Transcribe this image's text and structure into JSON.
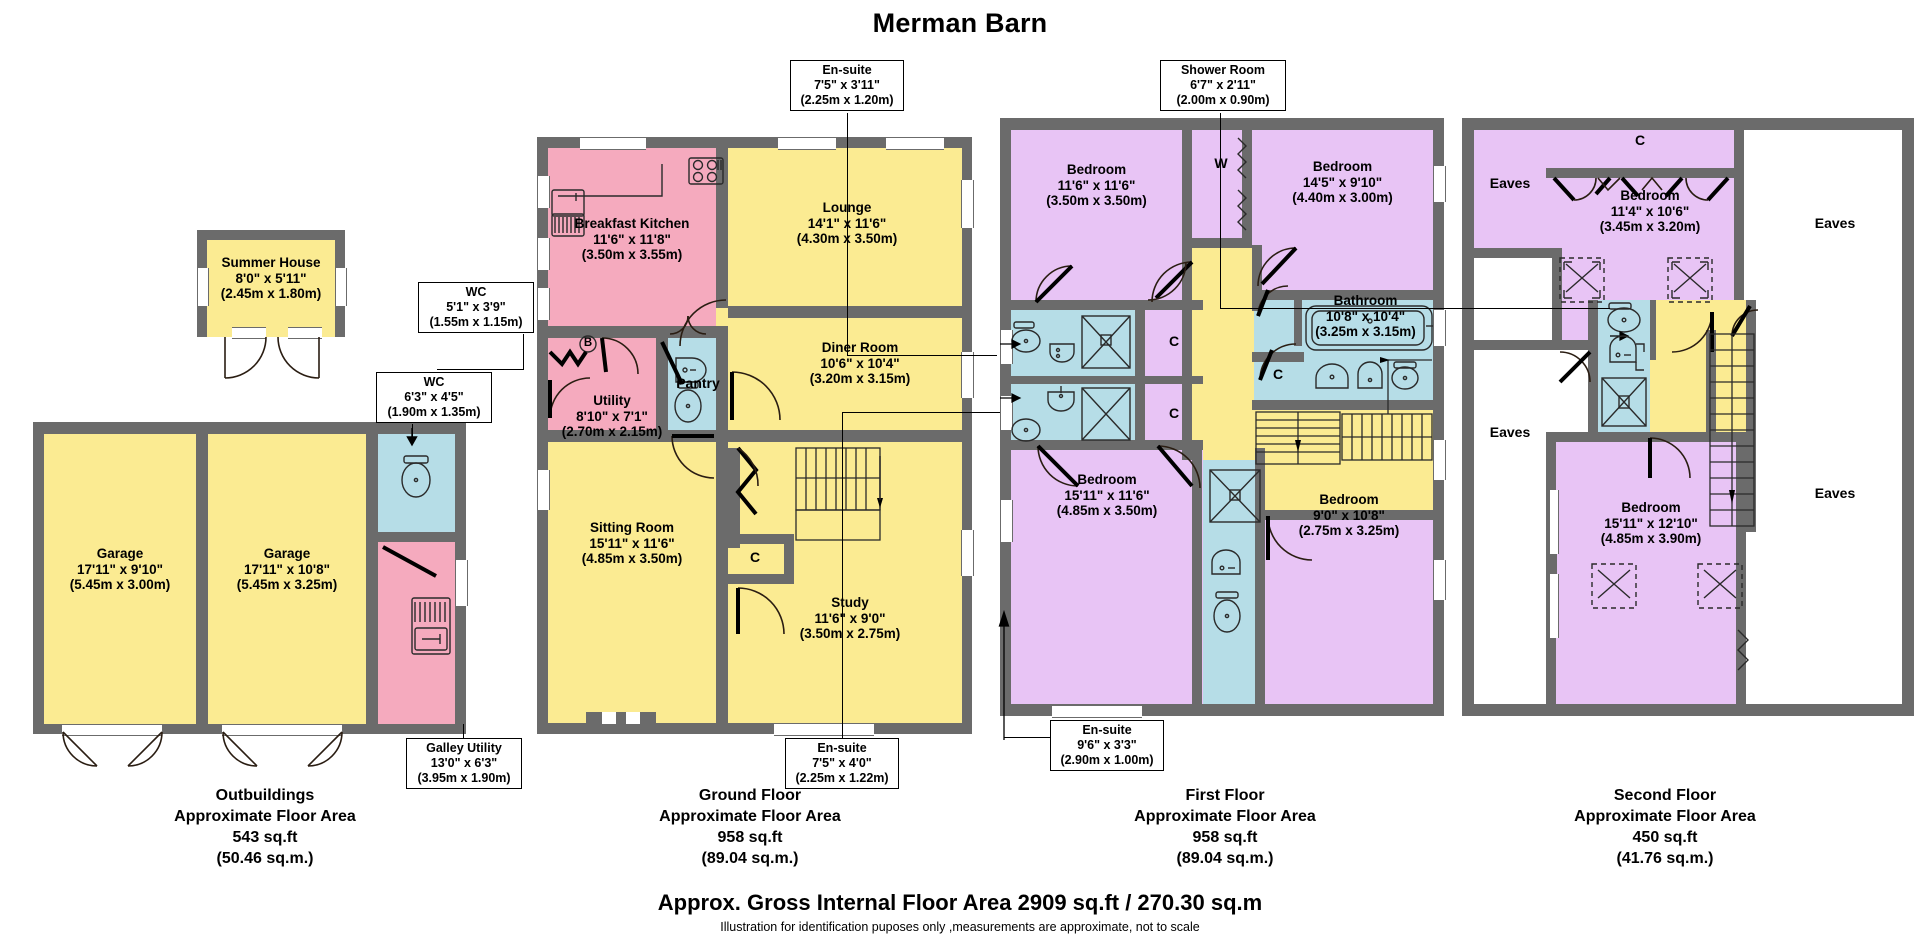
{
  "title": "Merman Barn",
  "footer": {
    "gross": "Approx. Gross Internal Floor Area 2909 sq.ft / 270.30 sq.m",
    "disclaimer": "Illustration for identification puposes only ,measurements are approximate, not to scale"
  },
  "colors": {
    "yellow": "#fbeb92",
    "pink": "#f5aabe",
    "blue": "#b6dde7",
    "purple": "#e8c4f5",
    "wall": "#6b6b6b",
    "white": "#ffffff"
  },
  "floors": [
    {
      "id": "outbuildings",
      "name": "Outbuildings",
      "line2": "Approximate Floor Area",
      "area_ft": "543 sq.ft",
      "area_m": "(50.46 sq.m.)"
    },
    {
      "id": "ground",
      "name": "Ground Floor",
      "line2": "Approximate Floor Area",
      "area_ft": "958 sq.ft",
      "area_m": "(89.04 sq.m.)"
    },
    {
      "id": "first",
      "name": "First Floor",
      "line2": "Approximate Floor Area",
      "area_ft": "958 sq.ft",
      "area_m": "(89.04 sq.m.)"
    },
    {
      "id": "second",
      "name": "Second Floor",
      "line2": "Approximate Floor Area",
      "area_ft": "450 sq.ft",
      "area_m": "(41.76 sq.m.)"
    }
  ],
  "outbuildings": {
    "rooms": [
      {
        "key": "summer_house",
        "name": "Summer House",
        "imperial": "8'0\" x 5'11\"",
        "metric": "(2.45m x 1.80m)",
        "color": "yellow"
      },
      {
        "key": "garage_left",
        "name": "Garage",
        "imperial": "17'11\" x 9'10\"",
        "metric": "(5.45m x 3.00m)",
        "color": "yellow"
      },
      {
        "key": "garage_right",
        "name": "Garage",
        "imperial": "17'11\" x 10'8\"",
        "metric": "(5.45m x 3.25m)",
        "color": "yellow"
      }
    ],
    "callouts": [
      {
        "key": "wc_upper",
        "name": "WC",
        "imperial": "5'1\" x 3'9\"",
        "metric": "(1.55m x 1.15m)"
      },
      {
        "key": "wc_lower",
        "name": "WC",
        "imperial": "6'3\" x 4'5\"",
        "metric": "(1.90m x 1.35m)"
      },
      {
        "key": "galley_utility",
        "name": "Galley Utility",
        "imperial": "13'0\" x 6'3\"",
        "metric": "(3.95m x 1.90m)"
      }
    ]
  },
  "ground": {
    "rooms": [
      {
        "key": "breakfast_kitchen",
        "name": "Breakfast Kitchen",
        "imperial": "11'6\" x 11'8\"",
        "metric": "(3.50m x 3.55m)",
        "color": "pink"
      },
      {
        "key": "lounge",
        "name": "Lounge",
        "imperial": "14'1\" x 11'6\"",
        "metric": "(4.30m x 3.50m)",
        "color": "yellow"
      },
      {
        "key": "diner",
        "name": "Diner Room",
        "imperial": "10'6\" x 10'4\"",
        "metric": "(3.20m x 3.15m)",
        "color": "yellow"
      },
      {
        "key": "utility",
        "name": "Utility",
        "imperial": "8'10\" x 7'1\"",
        "metric": "(2.70m x 2.15m)",
        "color": "pink"
      },
      {
        "key": "sitting",
        "name": "Sitting Room",
        "imperial": "15'11\" x 11'6\"",
        "metric": "(4.85m x 3.50m)",
        "color": "yellow"
      },
      {
        "key": "study",
        "name": "Study",
        "imperial": "11'6\" x 9'0\"",
        "metric": "(3.50m x 2.75m)",
        "color": "yellow"
      }
    ],
    "markers": [
      {
        "key": "pantry",
        "label": "Pantry"
      },
      {
        "key": "boiler",
        "label": "B"
      },
      {
        "key": "cupboard",
        "label": "C"
      }
    ]
  },
  "first": {
    "rooms": [
      {
        "key": "bed_nw",
        "name": "Bedroom",
        "imperial": "11'6\" x 11'6\"",
        "metric": "(3.50m x 3.50m)",
        "color": "purple"
      },
      {
        "key": "bed_ne",
        "name": "Bedroom",
        "imperial": "14'5\" x 9'10\"",
        "metric": "(4.40m x 3.00m)",
        "color": "purple"
      },
      {
        "key": "bathroom",
        "name": "Bathroom",
        "imperial": "10'8\" x 10'4\"",
        "metric": "(3.25m x 3.15m)",
        "color": "blue"
      },
      {
        "key": "bed_sw",
        "name": "Bedroom",
        "imperial": "15'11\" x 11'6\"",
        "metric": "(4.85m x 3.50m)",
        "color": "purple"
      },
      {
        "key": "bed_se",
        "name": "Bedroom",
        "imperial": "9'0\" x 10'8\"",
        "metric": "(2.75m x 3.25m)",
        "color": "purple"
      }
    ],
    "markers": [
      {
        "key": "wardrobe",
        "label": "W"
      },
      {
        "key": "cupboard_a",
        "label": "C"
      },
      {
        "key": "cupboard_b",
        "label": "C"
      },
      {
        "key": "cupboard_c",
        "label": "C"
      }
    ],
    "callouts": [
      {
        "key": "ensuite_top",
        "name": "En-suite",
        "imperial": "7'5\" x 3'11\"",
        "metric": "(2.25m x 1.20m)"
      },
      {
        "key": "ensuite_bottom",
        "name": "En-suite",
        "imperial": "7'5\" x 4'0\"",
        "metric": "(2.25m x 1.22m)"
      },
      {
        "key": "ensuite_right",
        "name": "En-suite",
        "imperial": "9'6\" x 3'3\"",
        "metric": "(2.90m x 1.00m)"
      }
    ]
  },
  "second": {
    "rooms": [
      {
        "key": "bed_top",
        "name": "Bedroom",
        "imperial": "11'4\" x 10'6\"",
        "metric": "(3.45m x 3.20m)",
        "color": "purple"
      },
      {
        "key": "bed_bottom",
        "name": "Bedroom",
        "imperial": "15'11\" x 12'10\"",
        "metric": "(4.85m x 3.90m)",
        "color": "purple"
      }
    ],
    "markers": [
      {
        "key": "cupboard",
        "label": "C"
      },
      {
        "key": "eaves_1",
        "label": "Eaves"
      },
      {
        "key": "eaves_2",
        "label": "Eaves"
      },
      {
        "key": "eaves_3",
        "label": "Eaves"
      },
      {
        "key": "eaves_4",
        "label": "Eaves"
      }
    ],
    "callouts": [
      {
        "key": "shower_room",
        "name": "Shower Room",
        "imperial": "6'7\" x 2'11\"",
        "metric": "(2.00m x 0.90m)"
      }
    ]
  }
}
